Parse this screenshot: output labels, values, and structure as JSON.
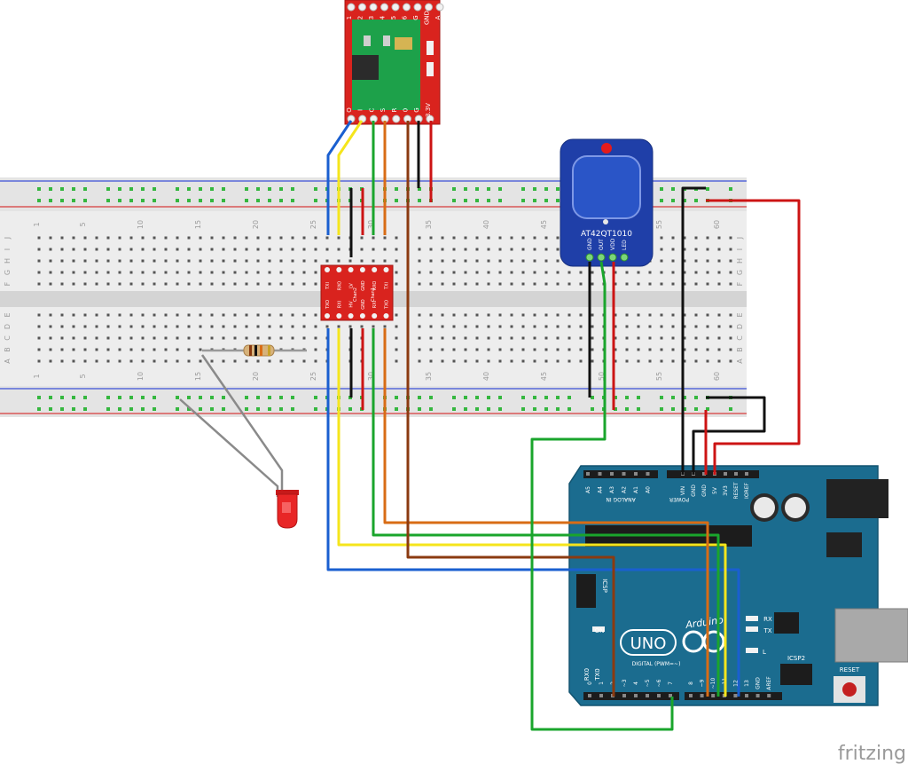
{
  "watermark": "fritzing",
  "rfid_module": {
    "top_pins": [
      "1",
      "2",
      "3",
      "4",
      "5",
      "6",
      "G",
      "GND",
      "A"
    ],
    "bottom_pins": [
      "O",
      "I",
      "C",
      "S",
      "R",
      "0",
      "G",
      "3.3V"
    ],
    "color": "#d9231e"
  },
  "sensor_board": {
    "name": "AT42QT1010",
    "pins": [
      "GND",
      "OUT",
      "VDD",
      "LED"
    ],
    "color": "#1f3fa8"
  },
  "level_shifter": {
    "top_labels": [
      "TXI",
      "RXO",
      "LV",
      "GND",
      "RXO",
      "TXI"
    ],
    "bottom_labels": [
      "TXO",
      "RXI",
      "HV",
      "GND",
      "RXI",
      "TXO"
    ],
    "channel_labels": [
      "Chan2",
      "Chan1"
    ],
    "color": "#d9231e"
  },
  "breadboard": {
    "row_letters_top": [
      "J",
      "I",
      "H",
      "G",
      "F"
    ],
    "row_letters_bottom": [
      "E",
      "D",
      "C",
      "B",
      "A"
    ],
    "column_numbers": [
      "1",
      "5",
      "10",
      "15",
      "20",
      "25",
      "30",
      "35",
      "40",
      "45",
      "50",
      "55",
      "60"
    ]
  },
  "arduino": {
    "model": "UNO",
    "brand": "Arduino",
    "labels": {
      "analog_in": "ANALOG IN",
      "analog_pins": [
        "A5",
        "A4",
        "A3",
        "A2",
        "A1",
        "A0"
      ],
      "power": "POWER",
      "power_pins": [
        "VIN",
        "GND",
        "GND",
        "5V",
        "3V3",
        "RESET",
        "IOREF"
      ],
      "digital": "DIGITAL (PWM=~)",
      "digital_pins": [
        "0",
        "1",
        "2",
        "~3",
        "4",
        "~5",
        "~6",
        "7",
        "8",
        "~9",
        "~10",
        "~11",
        "12",
        "13",
        "GND",
        "AREF"
      ],
      "rx0": "RX0",
      "tx0": "TX0",
      "on": "ON",
      "rx": "RX",
      "tx": "TX",
      "l": "L",
      "icsp": "ICSP",
      "icsp2": "ICSP2",
      "reset": "RESET"
    },
    "color": "#1b6c8f"
  },
  "wire_colors": {
    "blue": "#1a5fd0",
    "yellow": "#f5e51c",
    "green": "#1aa52c",
    "orange": "#d86c15",
    "brown": "#8b3a10",
    "black": "#111111",
    "red": "#cc1414",
    "gray": "#8a8a8a"
  }
}
